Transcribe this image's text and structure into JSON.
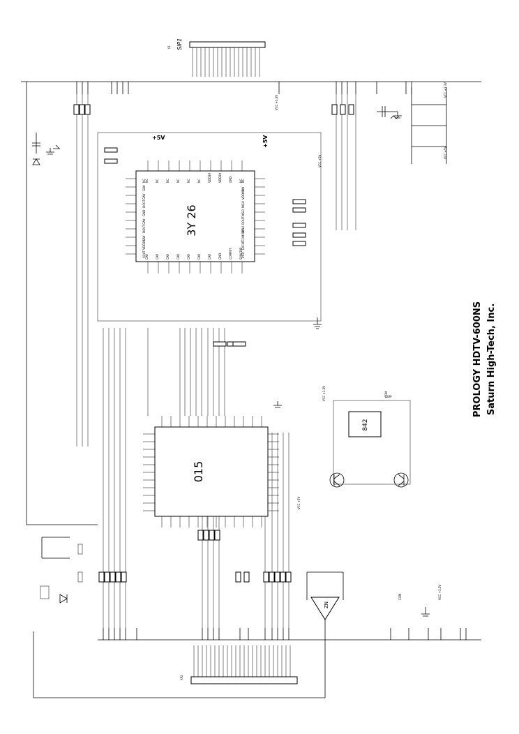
{
  "title_block": {
    "product": "PROLOGY HDTV-600NS",
    "company": "Saturn High-Tech, Inc."
  },
  "connectors": {
    "top": "SIP1",
    "top_ref": "01",
    "bottom": "XP2"
  },
  "chips": {
    "main_top": {
      "label": "3Y 26",
      "rail_left": "+5V",
      "rail_right": "+5V"
    },
    "main_bottom": {
      "label": "015"
    },
    "aux": {
      "label": "842"
    },
    "amp": {
      "label": "ZN"
    }
  },
  "power_labels": [
    "VCC +3.3V",
    "VCC +5V",
    "VCC +3.3V",
    "VCC +5V",
    "VCC +3.3V",
    "COM",
    "VCC +5V",
    "COM",
    "VCC +3.3V"
  ],
  "chip_top_left_pins": [
    "NC",
    "GAV",
    "GAV",
    "DOUT",
    "GND",
    "GAV",
    "DOUT",
    "GAV",
    "VDD3V",
    "XOUT"
  ],
  "chip_top_right_pins": [
    "NC",
    "DN",
    "VDDAV",
    "NISO",
    "NISO",
    "DOUT",
    "DINO",
    "COMOUT",
    "EXCNT",
    "VXD"
  ],
  "chip_top_top_pins": [
    "NC",
    "NC",
    "NC",
    "NC",
    "NC",
    "NC",
    "VDD3V",
    "VDD3V",
    "GND",
    "NC"
  ],
  "chip_top_bottom_pins": [
    "CAV",
    "CAV",
    "CAV",
    "CAV",
    "CAV",
    "CAV",
    "CAV",
    "GND",
    "COMMIT",
    "SYNCDIP"
  ],
  "label_gnd": "GND",
  "label_com": "COM"
}
